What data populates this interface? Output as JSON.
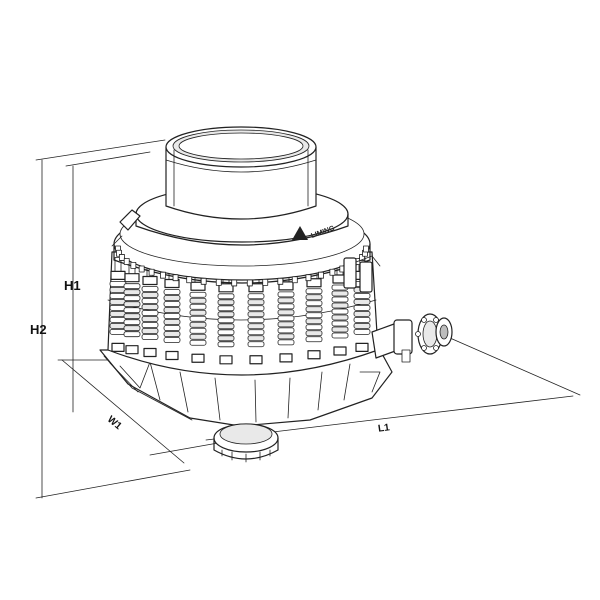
{
  "labels": {
    "h1": "H1",
    "h2": "H2",
    "w1": "W1",
    "l1": "L1",
    "logo_text": "LIMING"
  },
  "colors": {
    "line": "#222222",
    "background": "#ffffff"
  }
}
